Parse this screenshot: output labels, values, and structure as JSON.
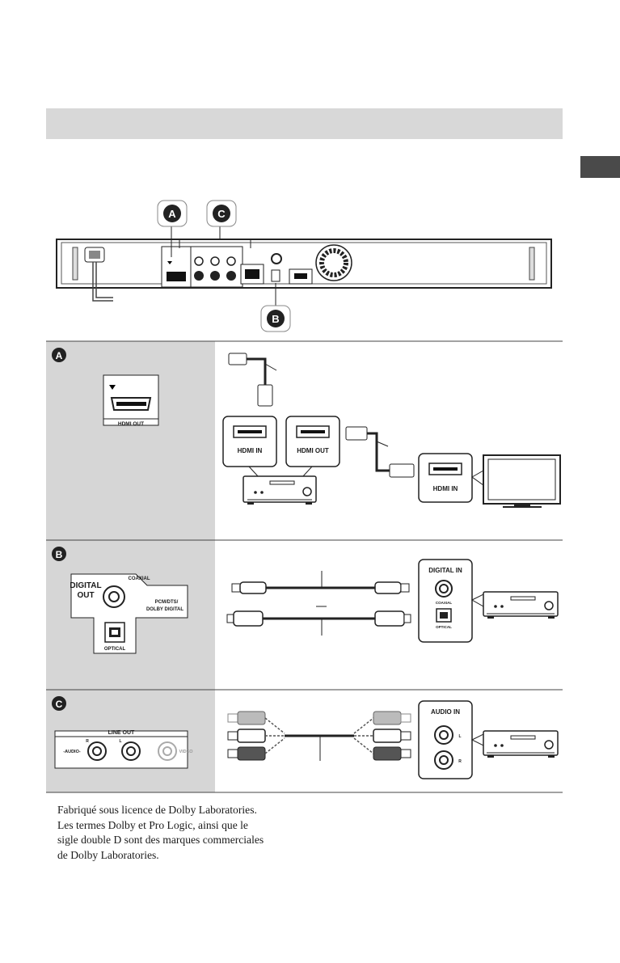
{
  "rear_panel": {
    "markers": [
      "A",
      "C",
      "B"
    ]
  },
  "section_a": {
    "marker": "A",
    "jack_label": "HDMI OUT",
    "receiver_inputs": [
      "HDMI IN",
      "HDMI OUT"
    ],
    "tv_input": "HDMI IN"
  },
  "section_b": {
    "marker": "B",
    "panel": {
      "title_line1": "DIGITAL",
      "title_line2": "OUT",
      "coaxial": "COAXIAL",
      "format_line1": "PCM/DTS/",
      "format_line2": "DOLBY DIGITAL",
      "optical": "OPTICAL"
    },
    "receiver_panel": {
      "title": "DIGITAL IN",
      "coaxial": "COAXIAL",
      "optical": "OPTICAL"
    }
  },
  "section_c": {
    "marker": "C",
    "panel": {
      "title": "LINE OUT",
      "audio": "-AUDIO-",
      "r": "R",
      "l": "L",
      "video": "VIDEO"
    },
    "receiver_panel": {
      "title": "AUDIO IN",
      "l": "L",
      "r": "R"
    }
  },
  "footnote": [
    "Fabriqué sous licence de Dolby Laboratories.",
    "Les termes Dolby et Pro Logic, ainsi que le",
    "sigle double D sont des marques commerciales",
    "de Dolby Laboratories."
  ],
  "colors": {
    "header_bar": "#d8d8d8",
    "section_bg": "#d6d6d6",
    "side_tab": "#4a4a4a",
    "marker": "#222222"
  }
}
